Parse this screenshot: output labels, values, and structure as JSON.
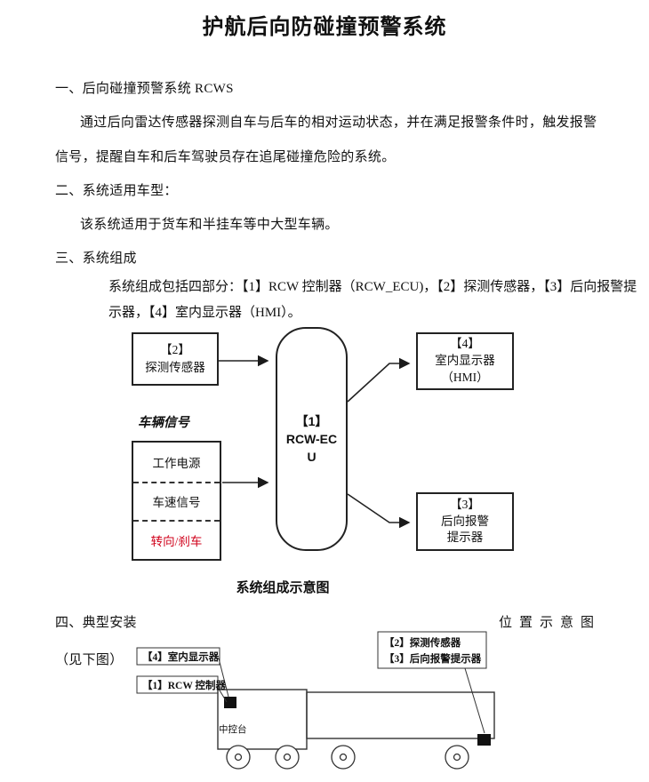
{
  "title": "护航后向防碰撞预警系统",
  "section1": {
    "heading": "一、后向碰撞预警系统 RCWS",
    "line1": "通过后向雷达传感器探测自车与后车的相对运动状态，并在满足报警条件时，触发报警",
    "line2": "信号，提醒自车和后车驾驶员存在追尾碰撞危险的系统。"
  },
  "section2": {
    "heading": "二、系统适用车型：",
    "line1": "该系统适用于货车和半挂车等中大型车辆。"
  },
  "section3": {
    "heading": "三、系统组成",
    "line1": "系统组成包括四部分：【1】RCW 控制器（RCW_ECU)，【2】探测传感器，【3】后向报警提",
    "line2": "示器，【4】室内显示器（HMI）。"
  },
  "section4": {
    "heading": "四、典型安装",
    "heading_right": "位置示意图",
    "note": "（见下图）"
  },
  "diagram": {
    "caption": "系统组成示意图",
    "sensor_box": {
      "num": "【2】",
      "label": "探测传感器"
    },
    "hmi_box": {
      "num": "【4】",
      "label": "室内显示器",
      "sub": "（HMI）"
    },
    "ecu_box": {
      "num": "【1】",
      "label1": "RCW-EC",
      "label2": "U"
    },
    "vehicle_signal_label": "车辆信号",
    "signal_rows": [
      "工作电源",
      "车速信号",
      "转向/刹车"
    ],
    "alarm_box": {
      "num": "【3】",
      "label1": "后向报警",
      "label2": "提示器"
    }
  },
  "install": {
    "label_hmi": "【4】室内显示器",
    "label_ecu": "【1】RCW 控制器",
    "label_sensor": "【2】探测传感器",
    "label_alarm": "【3】后向报警提示器",
    "console": "中控台"
  },
  "colors": {
    "warning_red": "#d0021b",
    "ink": "#1a1a1a"
  }
}
